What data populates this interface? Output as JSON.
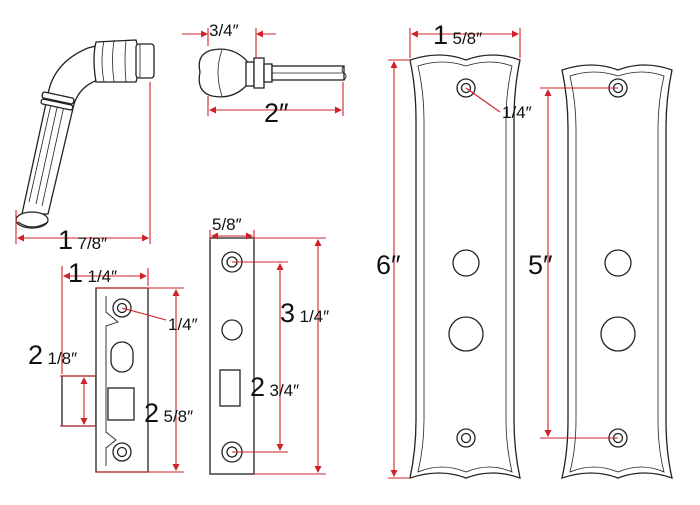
{
  "colors": {
    "dimension_line": "#d0202a",
    "outline": "#222222",
    "fill": "#ffffff"
  },
  "dimensions": {
    "knob_width": "3/4″",
    "knob_length": "2″",
    "lever_length_whole": "1",
    "lever_length_frac": "7/8″",
    "plate_width_whole": "1",
    "plate_width_frac": "5/8″",
    "plate_hole_left": "1/4″",
    "plate_height_left": "6″",
    "plate_hole_spacing_right": "5″",
    "latch_width_whole": "1",
    "latch_width_frac": "1/4″",
    "latch_hole": "1/4″",
    "latch_height_whole": "2",
    "latch_height_frac": "5/8″",
    "latch_backset_whole": "2",
    "latch_backset_frac": "1/8″",
    "strike_width": "5/8″",
    "strike_height_whole": "3",
    "strike_height_frac": "1/4″",
    "strike_hole_spacing_whole": "2",
    "strike_hole_spacing_frac": "3/4″"
  }
}
